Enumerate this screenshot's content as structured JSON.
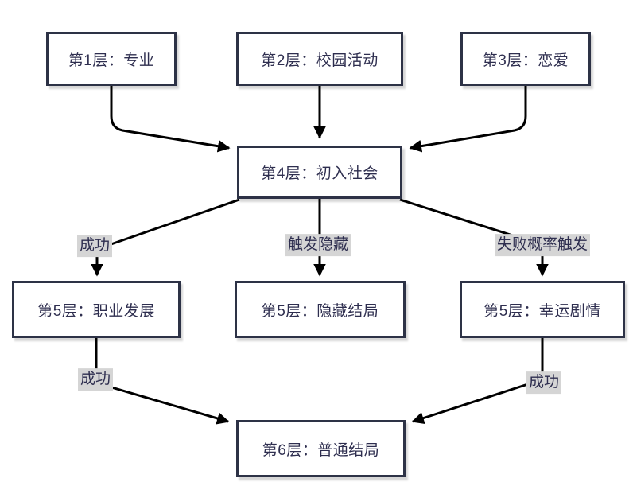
{
  "diagram": {
    "type": "flowchart",
    "background": "#ffffff",
    "colors": {
      "node_border": "#2d3246",
      "node_fill": "#ffffff",
      "text": "#2e2e4f",
      "edge_label_bg": "#d5d5d5",
      "arrow": "#000000"
    },
    "nodes": [
      {
        "id": "layer1",
        "label": "第1层：专业"
      },
      {
        "id": "layer2",
        "label": "第2层：校园活动"
      },
      {
        "id": "layer3",
        "label": "第3层：恋爱"
      },
      {
        "id": "layer4",
        "label": "第4层：初入社会"
      },
      {
        "id": "layer5-career",
        "label": "第5层：职业发展"
      },
      {
        "id": "layer5-hidden",
        "label": "第5层：隐藏结局"
      },
      {
        "id": "layer5-lucky",
        "label": "第5层：幸运剧情"
      },
      {
        "id": "layer6",
        "label": "第6层：普通结局"
      }
    ],
    "edge_labels": [
      {
        "id": "success-left-top",
        "text": "成功"
      },
      {
        "id": "trigger-hidden",
        "text": "触发隐藏"
      },
      {
        "id": "fail-probability-trigger",
        "text": "失败概率触发"
      },
      {
        "id": "success-left-bottom",
        "text": "成功"
      },
      {
        "id": "success-right-bottom",
        "text": "成功"
      }
    ],
    "edges": [
      {
        "from": "layer1",
        "to": "layer4",
        "label": ""
      },
      {
        "from": "layer2",
        "to": "layer4",
        "label": ""
      },
      {
        "from": "layer3",
        "to": "layer4",
        "label": ""
      },
      {
        "from": "layer4",
        "to": "layer5-career",
        "label": "成功"
      },
      {
        "from": "layer4",
        "to": "layer5-hidden",
        "label": "触发隐藏"
      },
      {
        "from": "layer4",
        "to": "layer5-lucky",
        "label": "失败概率触发"
      },
      {
        "from": "layer5-career",
        "to": "layer6",
        "label": "成功"
      },
      {
        "from": "layer5-lucky",
        "to": "layer6",
        "label": "成功"
      }
    ]
  }
}
